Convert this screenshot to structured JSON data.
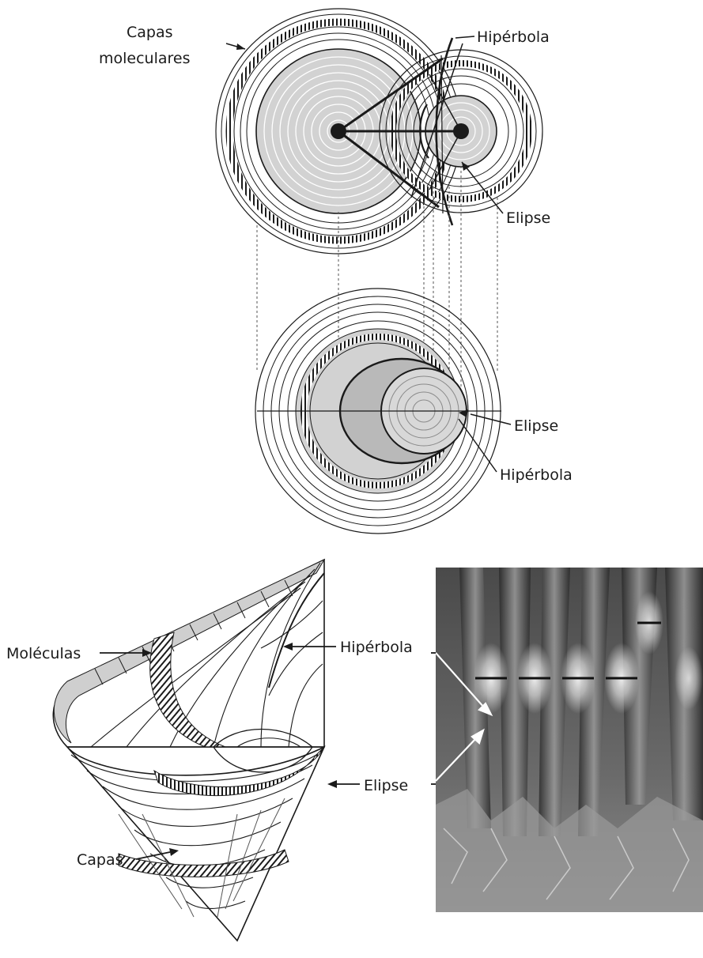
{
  "top_diagram": {
    "label_layers": [
      "Capas",
      "moleculares"
    ],
    "label_hyperbola": "Hipérbola",
    "label_ellipse": "Elipse"
  },
  "middle_diagram": {
    "label_ellipse": "Elipse",
    "label_hyperbola": "Hipérbola"
  },
  "cone_diagram": {
    "label_molecules": "Moléculas",
    "label_hyperbola": "Hipérbola",
    "label_ellipse": "Elipse",
    "label_layers": "Capas"
  },
  "colors": {
    "shade": "#d2d2d2",
    "shade_dark": "#b9b9b9",
    "line": "#1a1a1a",
    "photo_bg": "#6b6b6b",
    "photo_highlight": "#f2f2f2"
  }
}
